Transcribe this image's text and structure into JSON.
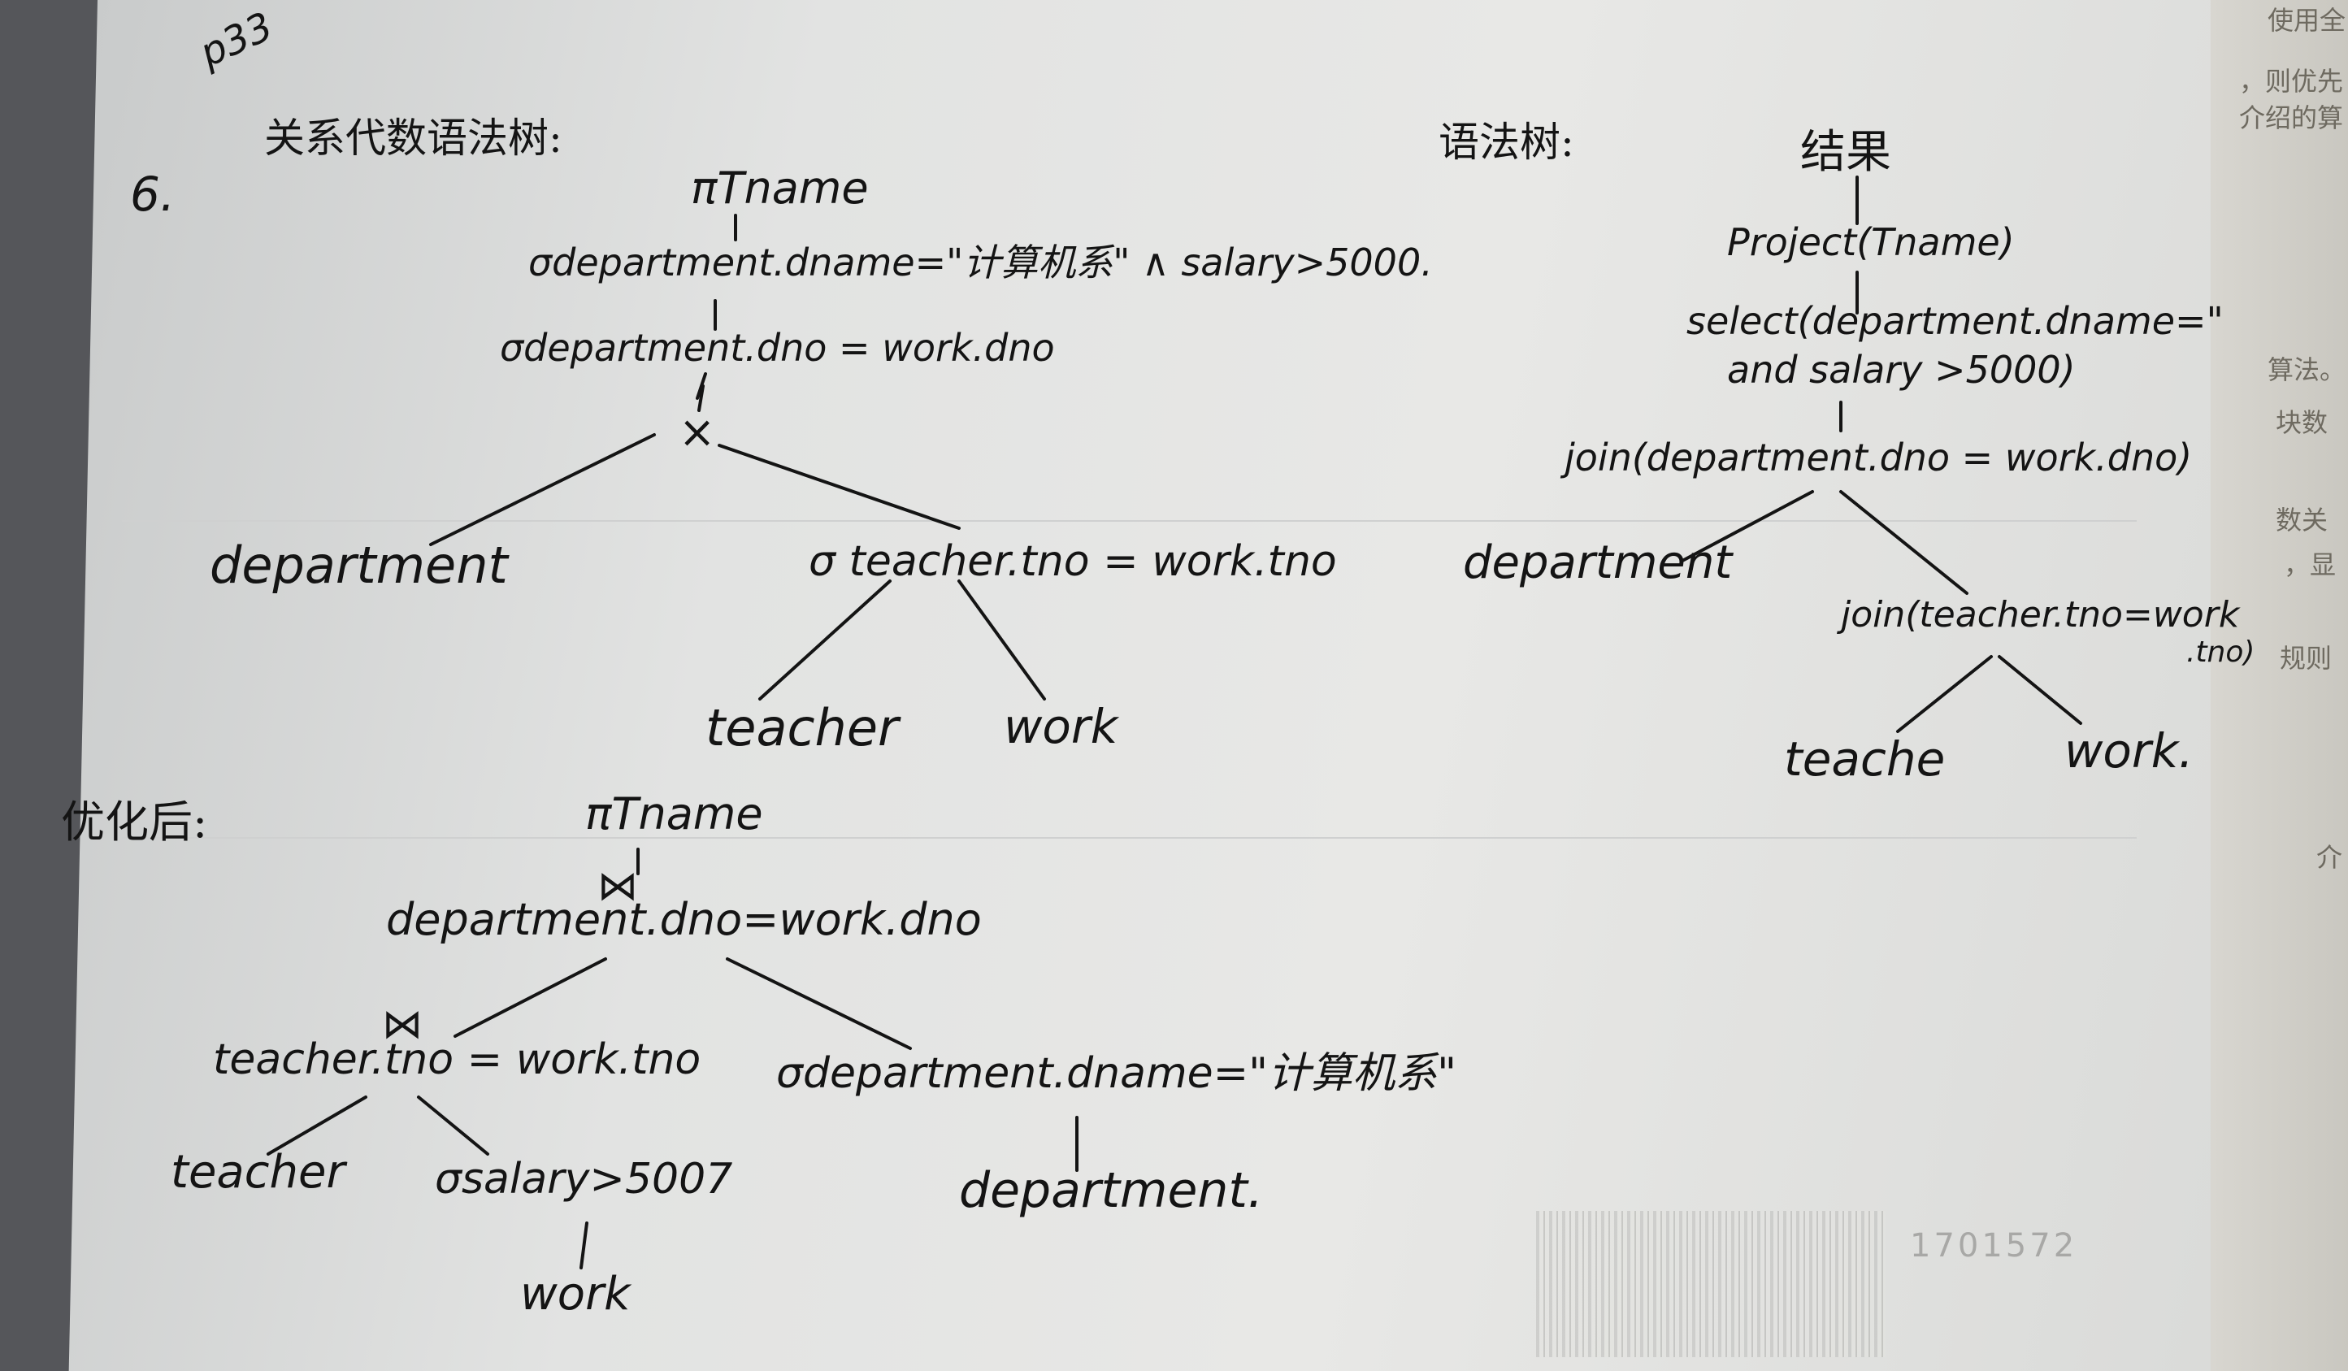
{
  "page_stamp": "p33",
  "question_number": "6.",
  "left_tree": {
    "heading": "关系代数语法树:",
    "root": "πTname",
    "select_1": "σdepartment.dname=\"计算机系\" ∧ salary>5000.",
    "select_2": "σdepartment.dno = work.dno",
    "product": "×",
    "leaf_department": "department",
    "select_3": "σ teacher.tno = work.tno",
    "leaf_teacher": "teacher",
    "leaf_work": "work"
  },
  "right_tree": {
    "heading": "语法树:",
    "root": "结果",
    "project": "Project(Tname)",
    "select_line1": "select(department.dname=\"",
    "select_line2": "and salary >5000)",
    "join_1": "join(department.dno = work.dno)",
    "leaf_department": "department",
    "join_2_line1": "join(teacher.tno=work",
    "join_2_line2": ".tno)",
    "leaf_teacher": "teache",
    "leaf_work": "work."
  },
  "optimized_tree": {
    "heading": "优化后:",
    "root": "πTname",
    "join_symbol_1": "⋈",
    "join_1_cond": "department.dno=work.dno",
    "join_symbol_2": "⋈",
    "join_2_cond": "teacher.tno = work.tno",
    "select_dept": "σdepartment.dname=\"计算机系\"",
    "leaf_teacher": "teacher",
    "select_salary": "σsalary>5007",
    "leaf_work": "work",
    "leaf_department": "department."
  },
  "background_text": {
    "edge_1": "使用全",
    "edge_2": "，则优先",
    "edge_3": "介绍的算",
    "edge_4": "算法。",
    "edge_5": "块数",
    "edge_6": "数关",
    "edge_7": "，显",
    "edge_8": "规则",
    "edge_9": "介",
    "barcode_number": "1701572"
  }
}
